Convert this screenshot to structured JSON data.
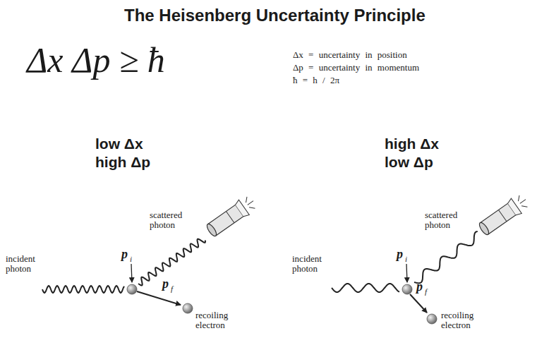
{
  "diagram": {
    "title": "The Heisenberg Uncertainty Principle",
    "labels": [
      "Δx Δp ≥ ħ",
      "Δx = uncertainty in position",
      "Δp = uncertainty in momentum",
      "ħ = h / 2π",
      "low Δx",
      "high Δp",
      "high Δx",
      "low Δp",
      "incident photon",
      "p",
      "i",
      "scattered photon",
      "p",
      "f",
      "recoiling electron",
      "incident photon",
      "p",
      "i",
      "scattered photon",
      "p",
      "f",
      "recoiling electron"
    ]
  }
}
